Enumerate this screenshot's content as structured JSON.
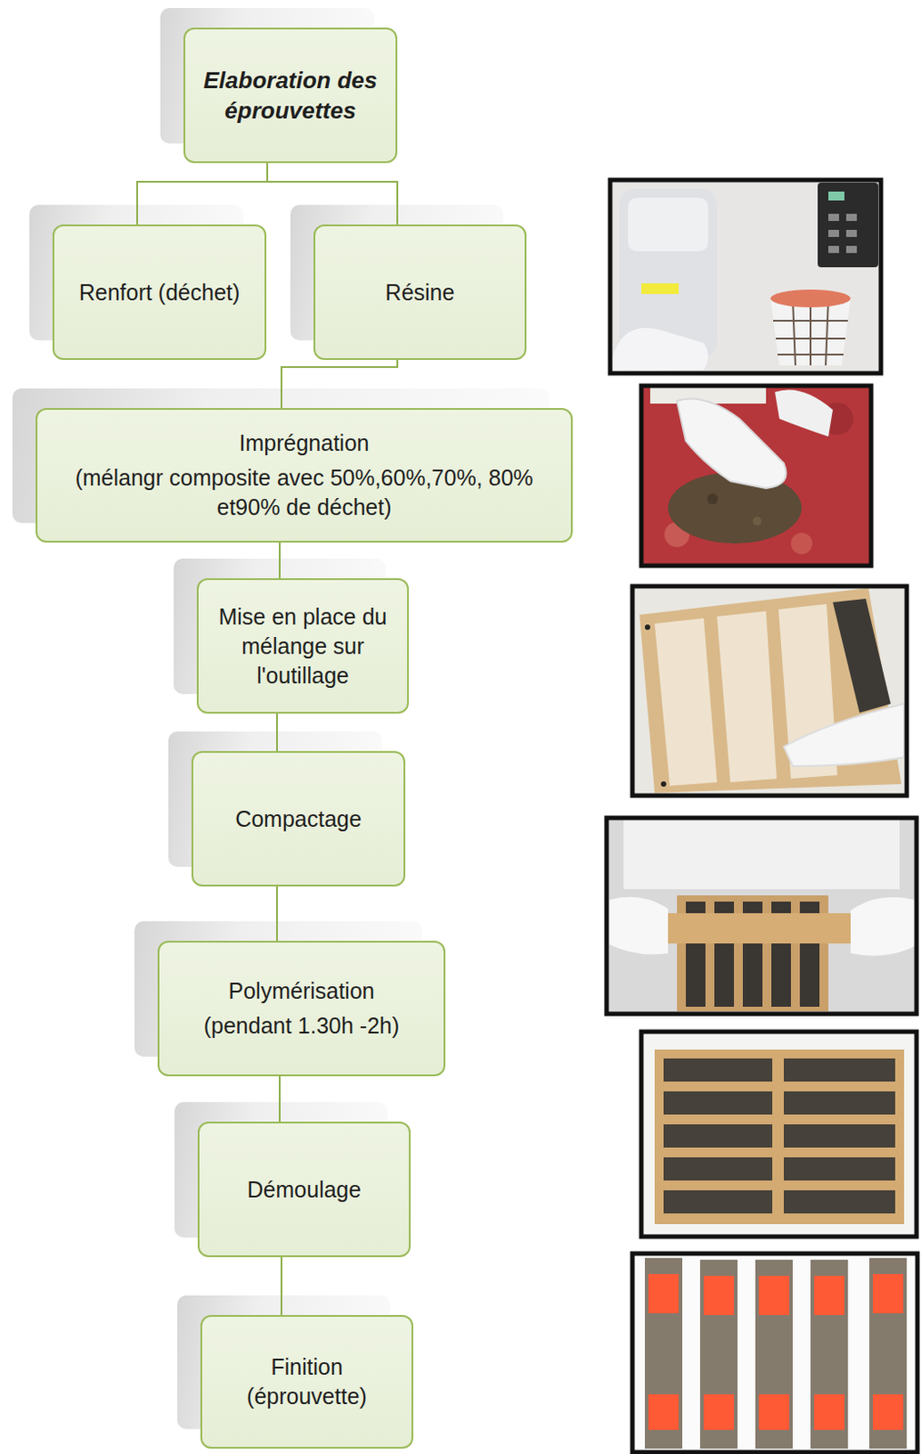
{
  "diagram": {
    "nodes": [
      {
        "text": [
          "Elaboration des éprouvettes"
        ]
      },
      {
        "text": [
          "Renfort (déchet)"
        ]
      },
      {
        "text": [
          "Résine"
        ]
      },
      {
        "text": [
          "Imprégnation",
          "(mélangr composite avec 50%,60%,70%, 80% et90% de déchet)"
        ]
      },
      {
        "text": [
          "Mise en place du mélange sur l'outillage"
        ]
      },
      {
        "text": [
          "Compactage"
        ]
      },
      {
        "text": [
          "Polymérisation",
          "(pendant 1.30h -2h)"
        ]
      },
      {
        "text": [
          "Démoulage"
        ]
      },
      {
        "text": [
          "Finition (éprouvette)"
        ]
      }
    ],
    "edges": [
      {
        "from": 0,
        "to": 1,
        "arrow": "none"
      },
      {
        "from": 0,
        "to": 2,
        "arrow": "none"
      },
      {
        "from": 2,
        "to": 3,
        "arrow": "none"
      },
      {
        "from": 3,
        "to": 4,
        "arrow": "none"
      },
      {
        "from": 4,
        "to": 5,
        "arrow": "none"
      },
      {
        "from": 5,
        "to": 6,
        "arrow": "none"
      },
      {
        "from": 6,
        "to": 7,
        "arrow": "none"
      },
      {
        "from": 7,
        "to": 8,
        "arrow": "none"
      }
    ]
  }
}
